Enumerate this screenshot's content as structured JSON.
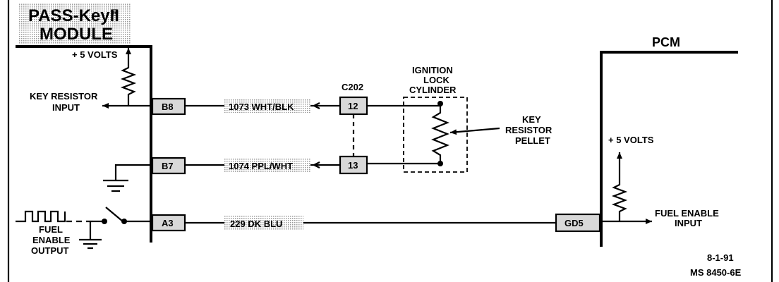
{
  "module": {
    "title_line1": "PASS-KeyII",
    "title_mark": "®",
    "title_line2": "MODULE",
    "plus5_label": "+ 5 VOLTS",
    "key_resistor_input_line1": "KEY RESISTOR",
    "key_resistor_input_line2": "INPUT",
    "fuel_enable_output_line1": "FUEL",
    "fuel_enable_output_line2": "ENABLE",
    "fuel_enable_output_line3": "OUTPUT"
  },
  "pins": {
    "b8": "B8",
    "b7": "B7",
    "a3": "A3"
  },
  "wires": {
    "w1": "1073 WHT/BLK",
    "w2": "1074 PPL/WHT",
    "w3": "229 DK BLU"
  },
  "connector": {
    "name": "C202",
    "pin12": "12",
    "pin13": "13"
  },
  "ignition": {
    "line1": "IGNITION",
    "line2": "LOCK",
    "line3": "CYLINDER"
  },
  "pellet": {
    "line1": "KEY",
    "line2": "RESISTOR",
    "line3": "PELLET"
  },
  "pcm": {
    "title": "PCM",
    "plus5_label": "+ 5 VOLTS",
    "pin": "GD5",
    "fuel_enable_input_line1": "FUEL ENABLE",
    "fuel_enable_input_line2": "INPUT"
  },
  "footer": {
    "date": "8-1-91",
    "code": "MS 8450-6E"
  }
}
